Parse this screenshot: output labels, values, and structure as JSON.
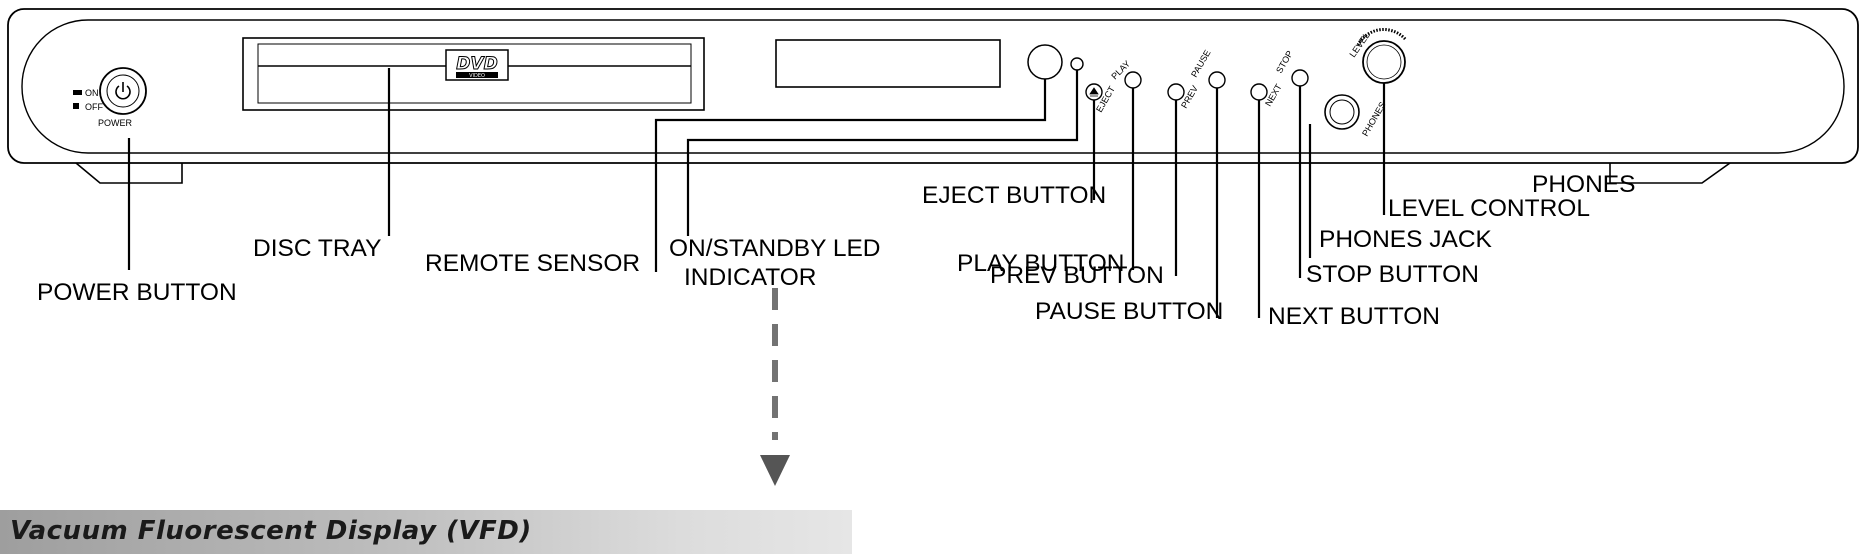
{
  "device": {
    "logo_top": "DVD",
    "logo_bottom": "VIDEO",
    "switch_on": "ON",
    "switch_off": "OFF",
    "power_label": "POWER",
    "eject_label": "EJECT",
    "play_label": "PLAY",
    "prev_label": "PREV",
    "pause_label": "PAUSE",
    "next_label": "NEXT",
    "stop_label": "STOP",
    "level_label": "LEVEL",
    "phones_label": "PHONES"
  },
  "callouts": {
    "power_button": "POWER BUTTON",
    "disc_tray": "DISC TRAY",
    "remote_sensor": "REMOTE SENSOR",
    "led_line1": "ON/STANDBY LED",
    "led_line2": "INDICATOR",
    "eject_button": "EJECT BUTTON",
    "play_button": "PLAY BUTTON",
    "prev_button": "PREV BUTTON",
    "pause_button": "PAUSE BUTTON",
    "next_button": "NEXT BUTTON",
    "stop_button": "STOP BUTTON",
    "phones_jack": "PHONES JACK",
    "phones_level_line1": "PHONES",
    "phones_level_line2": "LEVEL CONTROL"
  },
  "section": {
    "title": "Vacuum Fluorescent Display (VFD)"
  }
}
